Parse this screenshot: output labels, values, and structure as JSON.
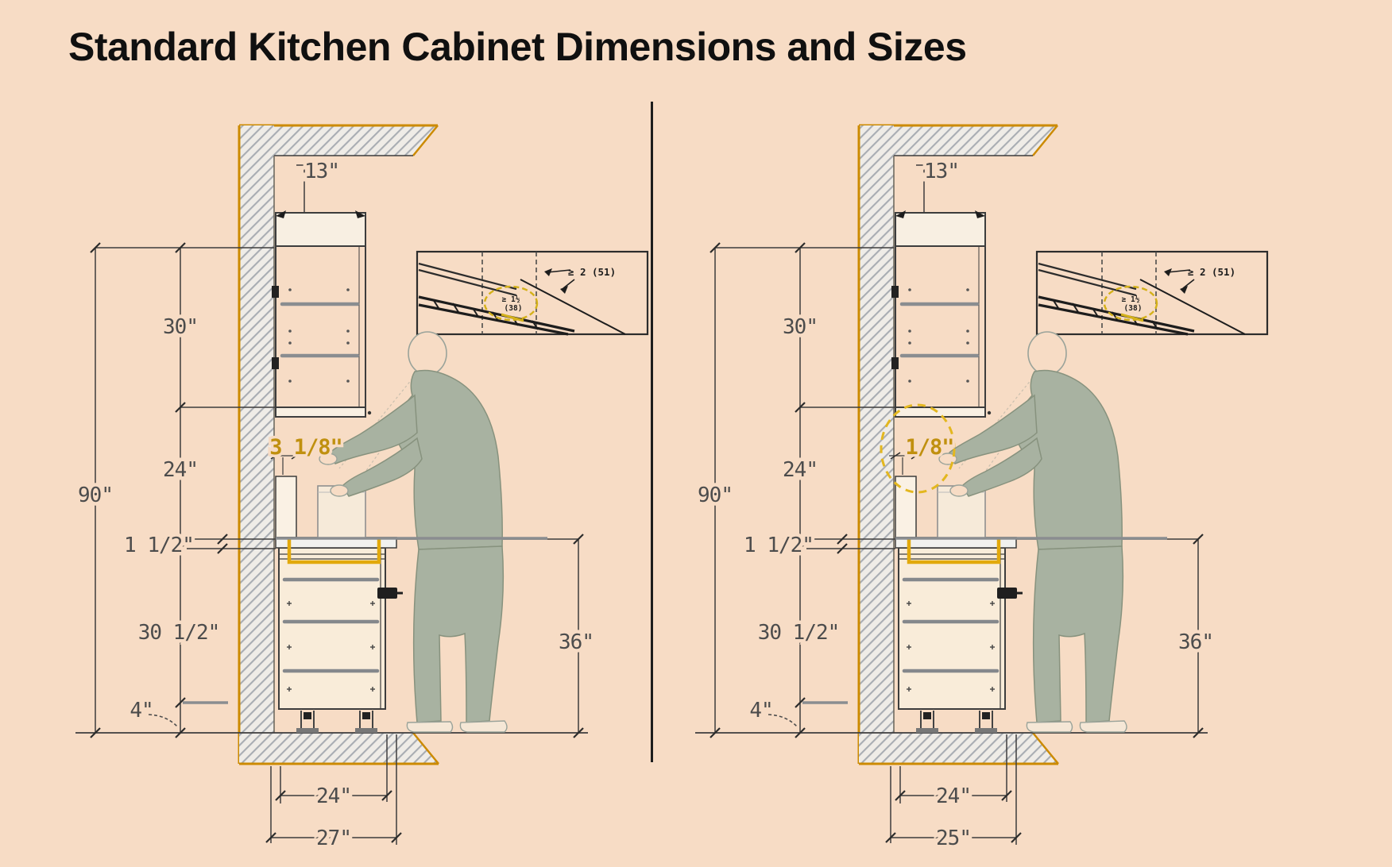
{
  "title": "Standard Kitchen Cabinet Dimensions and Sizes",
  "colors": {
    "background": "#f7dcc5",
    "line": "#3d3d3d",
    "dim_text": "#4c4c4c",
    "accent_orange": "#cc8a00",
    "highlight_yellow": "#e2a90c",
    "figure_green": "#a8b2a1",
    "hatch_gray": "#a9adb3"
  },
  "diagrams": {
    "left": {
      "dims": {
        "wall_cabinet_depth": "13\"",
        "wall_cabinet_height": "30\"",
        "counter_to_cabinet": "24\"",
        "total_height": "90\"",
        "countertop_thickness": "1 1/2\"",
        "base_cabinet_height": "30 1/2\"",
        "toe_kick_height": "4\"",
        "backsplash_thickness": "3 1/8\"",
        "counter_height": "36\"",
        "base_depth": "24\"",
        "total_depth": "27\""
      },
      "inset": {
        "min_overhang": "≥ 2 (51)",
        "min_clearance": "≥ 1½",
        "min_clearance_mm": "(38)"
      }
    },
    "right": {
      "dims": {
        "wall_cabinet_depth": "13\"",
        "wall_cabinet_height": "30\"",
        "counter_to_cabinet": "24\"",
        "total_height": "90\"",
        "countertop_thickness": "1 1/2\"",
        "base_cabinet_height": "30 1/2\"",
        "toe_kick_height": "4\"",
        "backsplash_thickness": "1/8\"",
        "counter_height": "36\"",
        "base_depth": "24\"",
        "total_depth": "25\""
      },
      "inset": {
        "min_overhang": "≥ 2 (51)",
        "min_clearance": "≥ 1½",
        "min_clearance_mm": "(38)"
      }
    }
  }
}
